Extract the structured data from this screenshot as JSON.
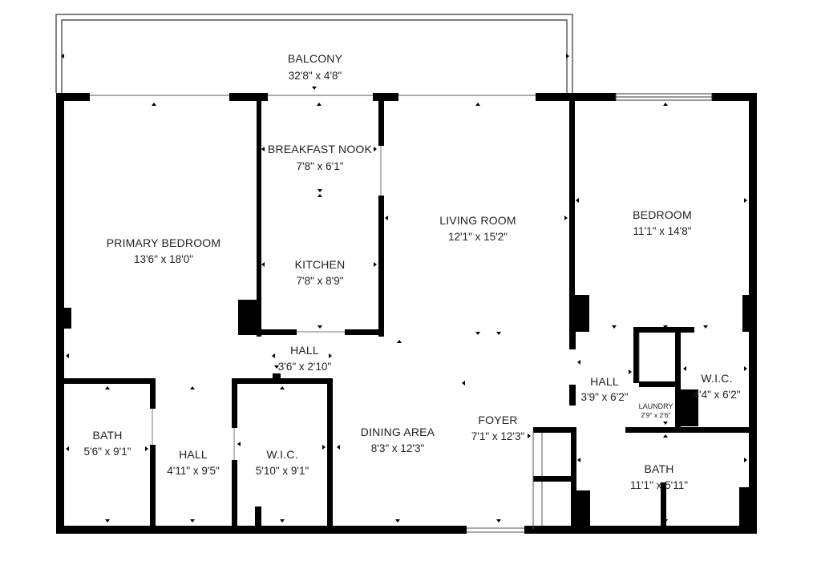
{
  "rooms": [
    {
      "key": "balcony",
      "name": "BALCONY",
      "dims": "32'8\" x 4'8\""
    },
    {
      "key": "breakfast_nook",
      "name": "BREAKFAST NOOK",
      "dims": "7'8\" x 6'1\""
    },
    {
      "key": "living_room",
      "name": "LIVING ROOM",
      "dims": "12'1\" x 15'2\""
    },
    {
      "key": "bedroom",
      "name": "BEDROOM",
      "dims": "11'1\" x 14'8\""
    },
    {
      "key": "primary_bedroom",
      "name": "PRIMARY BEDROOM",
      "dims": "13'6\" x 18'0\""
    },
    {
      "key": "kitchen",
      "name": "KITCHEN",
      "dims": "7'8\" x 8'9\""
    },
    {
      "key": "hall_center",
      "name": "HALL",
      "dims": "3'6\" x 2'10\""
    },
    {
      "key": "hall_right",
      "name": "HALL",
      "dims": "3'9\" x 6'2\""
    },
    {
      "key": "wic_right",
      "name": "W.I.C.",
      "dims": "4'4\" x 6'2\""
    },
    {
      "key": "laundry",
      "name": "LAUNDRY",
      "dims": "2'9\" x 2'6\""
    },
    {
      "key": "foyer",
      "name": "FOYER",
      "dims": "7'1\" x 12'3\""
    },
    {
      "key": "dining_area",
      "name": "DINING AREA",
      "dims": "8'3\" x 12'3\""
    },
    {
      "key": "bath_left",
      "name": "BATH",
      "dims": "5'6\" x 9'1\""
    },
    {
      "key": "hall_left",
      "name": "HALL",
      "dims": "4'11\" x 9'5\""
    },
    {
      "key": "wic_left",
      "name": "W.I.C.",
      "dims": "5'10\" x 9'1\""
    },
    {
      "key": "bath_right",
      "name": "BATH",
      "dims": "11'1\" x 5'11\""
    }
  ]
}
